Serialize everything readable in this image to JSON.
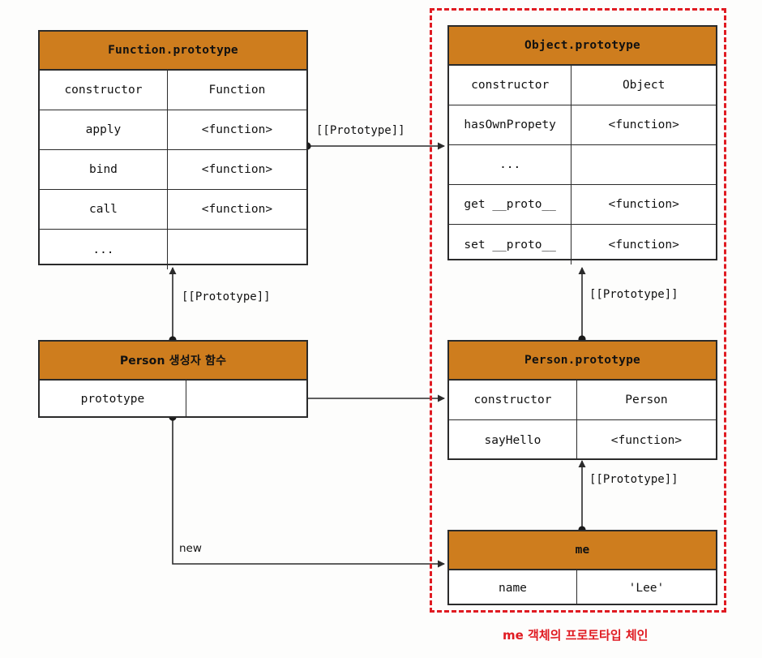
{
  "diagram": {
    "title": "me 객체의 프로토타입 체인",
    "colors": {
      "header_orange": "#CE7D1E",
      "border_dark": "#2b2b2b",
      "chain_red": "#E01B22",
      "background": "#fdfdfc"
    }
  },
  "boxes": {
    "function_prototype": {
      "title": "Function.prototype",
      "rows": [
        {
          "key": "constructor",
          "value": "Function"
        },
        {
          "key": "apply",
          "value": "<function>"
        },
        {
          "key": "bind",
          "value": "<function>"
        },
        {
          "key": "call",
          "value": "<function>"
        },
        {
          "key": "...",
          "value": ""
        }
      ]
    },
    "object_prototype": {
      "title": "Object.prototype",
      "rows": [
        {
          "key": "constructor",
          "value": "Object"
        },
        {
          "key": "hasOwnPropety",
          "value": "<function>"
        },
        {
          "key": "...",
          "value": ""
        },
        {
          "key": "get __proto__",
          "value": "<function>"
        },
        {
          "key": "set __proto__",
          "value": "<function>"
        }
      ]
    },
    "person_constructor": {
      "title": "Person 생성자 함수",
      "rows": [
        {
          "key": "prototype",
          "value": ""
        }
      ]
    },
    "person_prototype": {
      "title": "Person.prototype",
      "rows": [
        {
          "key": "constructor",
          "value": "Person"
        },
        {
          "key": "sayHello",
          "value": "<function>"
        }
      ]
    },
    "me_object": {
      "title": "me",
      "rows": [
        {
          "key": "name",
          "value": "'Lee'"
        }
      ]
    }
  },
  "edges": {
    "fnproto_to_objproto": "[[Prototype]]",
    "person_to_fnproto": "[[Prototype]]",
    "personproto_to_objproto": "[[Prototype]]",
    "me_to_personproto": "[[Prototype]]",
    "person_new_me": "new"
  }
}
